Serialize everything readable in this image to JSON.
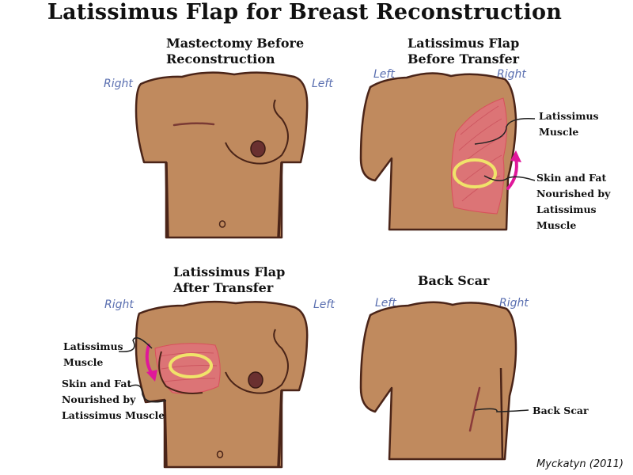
{
  "title": "Latissimus Flap for Breast Reconstruction",
  "panels": [
    {
      "title_line1": "Mastectomy Before",
      "title_line2": "Reconstruction",
      "side_left": "Right",
      "side_right": "Left"
    },
    {
      "title_line1": "Latissimus Flap",
      "title_line2": "Before Transfer",
      "side_left": "Left",
      "side_right": "Right",
      "label_muscle_1": "Latissimus",
      "label_muscle_2": "Muscle",
      "label_skin_1": "Skin and Fat",
      "label_skin_2": "Nourished by",
      "label_skin_3": "Latissimus",
      "label_skin_4": "Muscle"
    },
    {
      "title_line1": "Latissimus Flap",
      "title_line2": "After Transfer",
      "side_left": "Right",
      "side_right": "Left",
      "label_muscle_1": "Latissimus",
      "label_muscle_2": "Muscle",
      "label_skin_1": "Skin and Fat",
      "label_skin_2": "Nourished by",
      "label_skin_3": "Latissimus Muscle"
    },
    {
      "title_line1": "Back Scar",
      "side_left": "Left",
      "side_right": "Right",
      "label_scar": "Back Scar"
    }
  ],
  "credit": "Myckatyn (2011)",
  "colors": {
    "skin": "#c08a5e",
    "outline": "#4a2418",
    "muscle": "#e0707a",
    "flap_ring": "#f0e36a",
    "arrow": "#e0189a",
    "side_label": "#5a6fb0"
  }
}
